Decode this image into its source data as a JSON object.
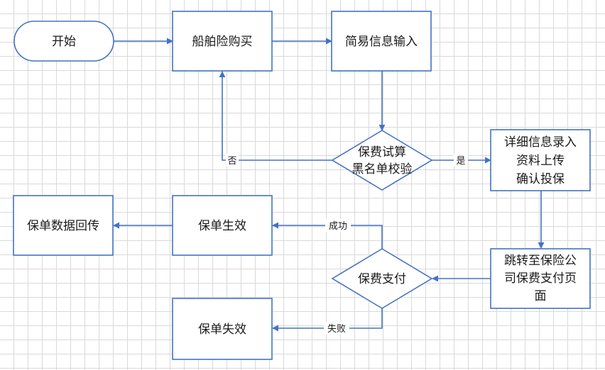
{
  "nodes": {
    "start": "开始",
    "ship_purchase": "船舶险购买",
    "simple_info": "简易信息输入",
    "trial_check": [
      "保费试算",
      "黑名单校验"
    ],
    "detail_info": [
      "详细信息录入",
      "资料上传",
      "确认投保"
    ],
    "redirect_pay": [
      "跳转至保险公",
      "司保费支付页",
      "面"
    ],
    "premium_pay": "保费支付",
    "policy_effective": "保单生效",
    "policy_return": "保单数据回传",
    "policy_invalid": "保单失效"
  },
  "edges": {
    "no": "否",
    "yes": "是",
    "success": "成功",
    "fail": "失败"
  },
  "colors": {
    "stroke": "#4472c4",
    "grid": "#d9d9d9"
  }
}
